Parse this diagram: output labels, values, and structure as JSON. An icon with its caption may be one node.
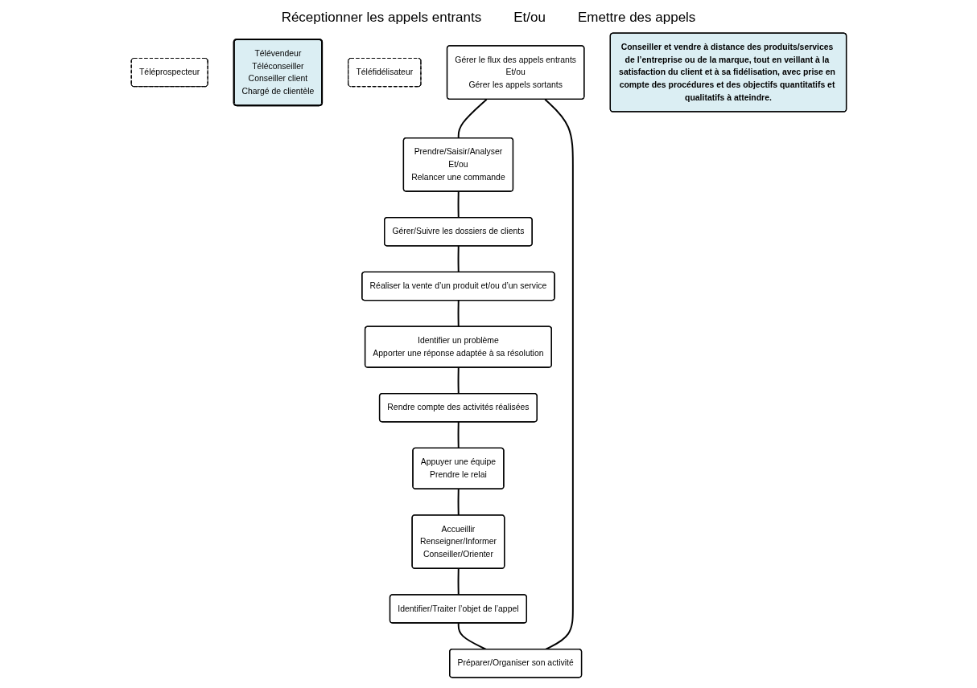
{
  "diagram": {
    "nodes": [
      {
        "text": [
          "Téléprospecteur"
        ]
      },
      {
        "text": [
          "Télévendeur",
          "Téléconseiller",
          "Conseiller client",
          "Chargé de clientèle"
        ]
      },
      {
        "text": [
          "Téléfidélisateur"
        ]
      },
      {
        "text": [
          "Gérer le flux des appels entrants",
          "Et/ou",
          "Gérer les appels sortants"
        ]
      },
      {
        "text": [
          "Préparer/Organiser son activité"
        ]
      },
      {
        "text": [
          "Prendre/Saisir/Analyser",
          "Et/ou",
          "Relancer une commande"
        ]
      },
      {
        "text": [
          "Identifier/Traiter l’objet de l’appel"
        ]
      },
      {
        "text": [
          "Gérer/Suivre les dossiers de clients"
        ]
      },
      {
        "text": [
          "Accueillir",
          "Renseigner/Informer",
          "Conseiller/Orienter"
        ]
      },
      {
        "text": [
          "Réaliser la vente d’un produit et/ou d’un service"
        ]
      },
      {
        "text": [
          "Identifier un problème",
          "Apporter une réponse adaptée à sa résolution"
        ]
      },
      {
        "text": [
          "Appuyer une équipe",
          "Prendre le relai"
        ]
      },
      {
        "text": [
          "Rendre compte des activités réalisées"
        ]
      },
      {
        "text": [
          "Conseiller et vendre à distance des produits/services de l’entreprise ou de la marque, tout en veillant à la satisfaction du client et à sa fidélisation, avec prise en compte des procédures et des objectifs quantitatifs et qualitatifs à atteindre."
        ]
      }
    ],
    "edges": [
      {
        "from": 3,
        "to": 5,
        "arrow": "none"
      },
      {
        "from": 5,
        "to": 7,
        "arrow": "none"
      },
      {
        "from": 7,
        "to": 9,
        "arrow": "none"
      },
      {
        "from": 9,
        "to": 10,
        "arrow": "none"
      },
      {
        "from": 10,
        "to": 12,
        "arrow": "none"
      },
      {
        "from": 12,
        "to": 11,
        "arrow": "none"
      },
      {
        "from": 11,
        "to": 8,
        "arrow": "none"
      },
      {
        "from": 8,
        "to": 6,
        "arrow": "none"
      },
      {
        "from": 6,
        "to": 4,
        "arrow": "none"
      },
      {
        "from": 4,
        "to": 3,
        "arrow": "none"
      }
    ],
    "labels": [
      "Réceptionner les appels entrants",
      "Et/ou",
      "Emettre des appels"
    ]
  }
}
